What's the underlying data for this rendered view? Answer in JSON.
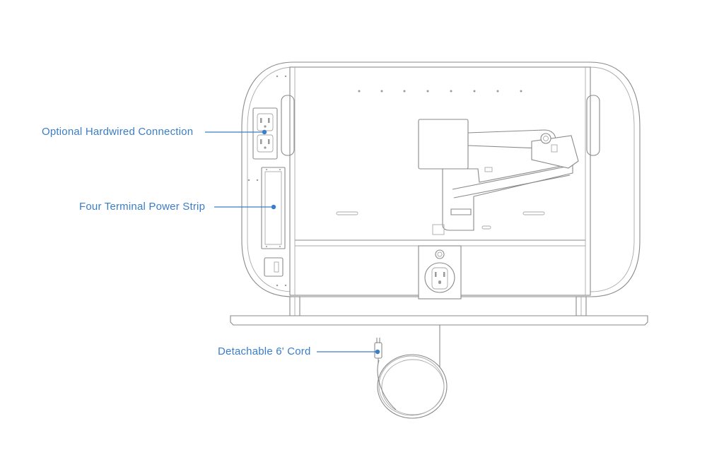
{
  "callouts": [
    {
      "id": "hardwired",
      "label": "Optional Hardwired Connection"
    },
    {
      "id": "power-strip",
      "label": "Four Terminal Power Strip"
    },
    {
      "id": "cord",
      "label": "Detachable 6' Cord"
    }
  ],
  "colors": {
    "callout": "#3a7ec8",
    "drawing": "#8a8a8a",
    "background": "#ffffff"
  }
}
